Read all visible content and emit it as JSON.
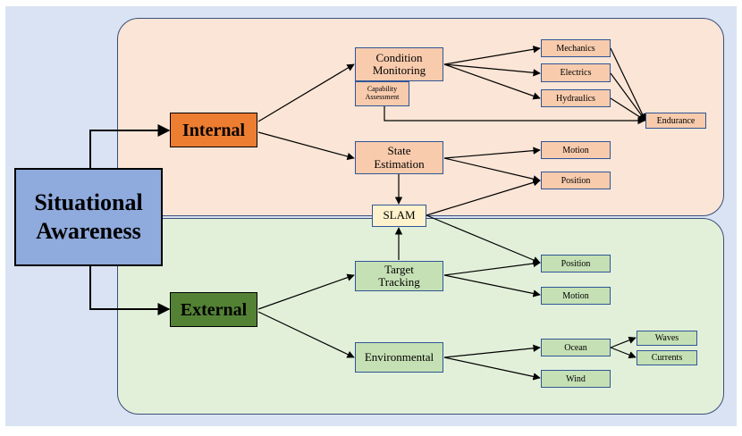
{
  "diagram": {
    "root": "Situational\nAwareness",
    "internal": "Internal",
    "external": "External",
    "condition_monitoring": "Condition\nMonitoring",
    "capability_assessment": "Capability\nAssessment",
    "mechanics": "Mechanics",
    "electrics": "Electrics",
    "hydraulics": "Hydraulics",
    "endurance": "Endurance",
    "state_estimation": "State\nEstimation",
    "motion_internal": "Motion",
    "position_internal": "Position",
    "slam": "SLAM",
    "target_tracking": "Target\nTracking",
    "position_external": "Position",
    "motion_external": "Motion",
    "environmental": "Environmental",
    "ocean": "Ocean",
    "waves": "Waves",
    "currents": "Currents",
    "wind": "Wind"
  },
  "colors": {
    "outer_background": "#dae3f3",
    "internal_region": "#fbe5d6",
    "external_region": "#e2f0d9",
    "root_box": "#8faadc",
    "internal_box": "#ed7d31",
    "external_box": "#548235",
    "pink_node": "#f8cbad",
    "green_node": "#c5e0b4",
    "slam_box": "#fff2cc"
  }
}
